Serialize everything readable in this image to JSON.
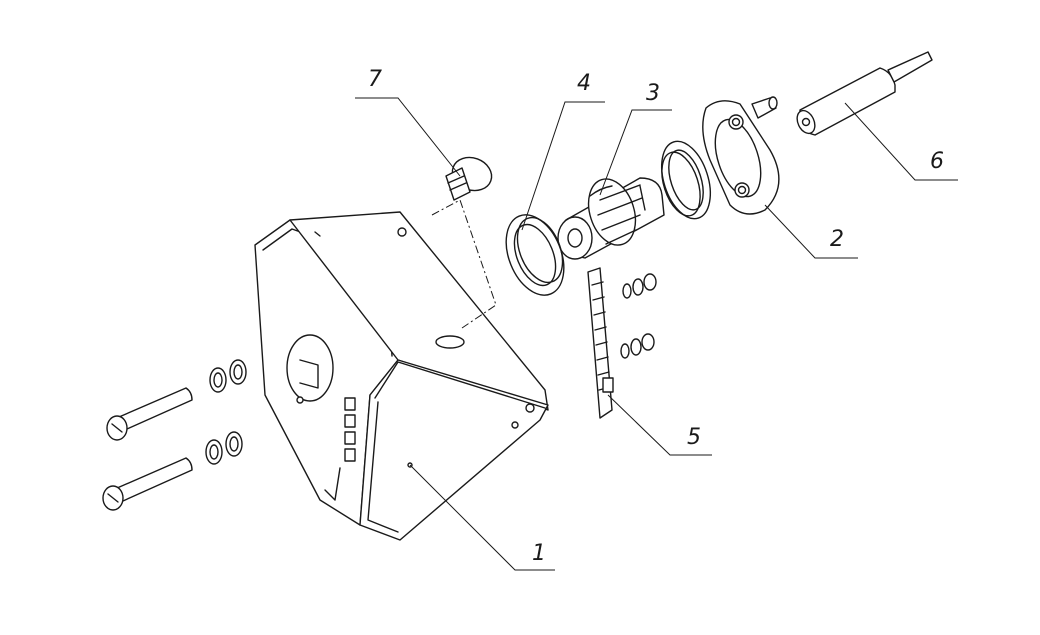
{
  "callouts": [
    "1",
    "2",
    "3",
    "4",
    "5",
    "6",
    "7"
  ],
  "colors": {
    "ink": "#1a1a1a",
    "background": "#ffffff"
  }
}
